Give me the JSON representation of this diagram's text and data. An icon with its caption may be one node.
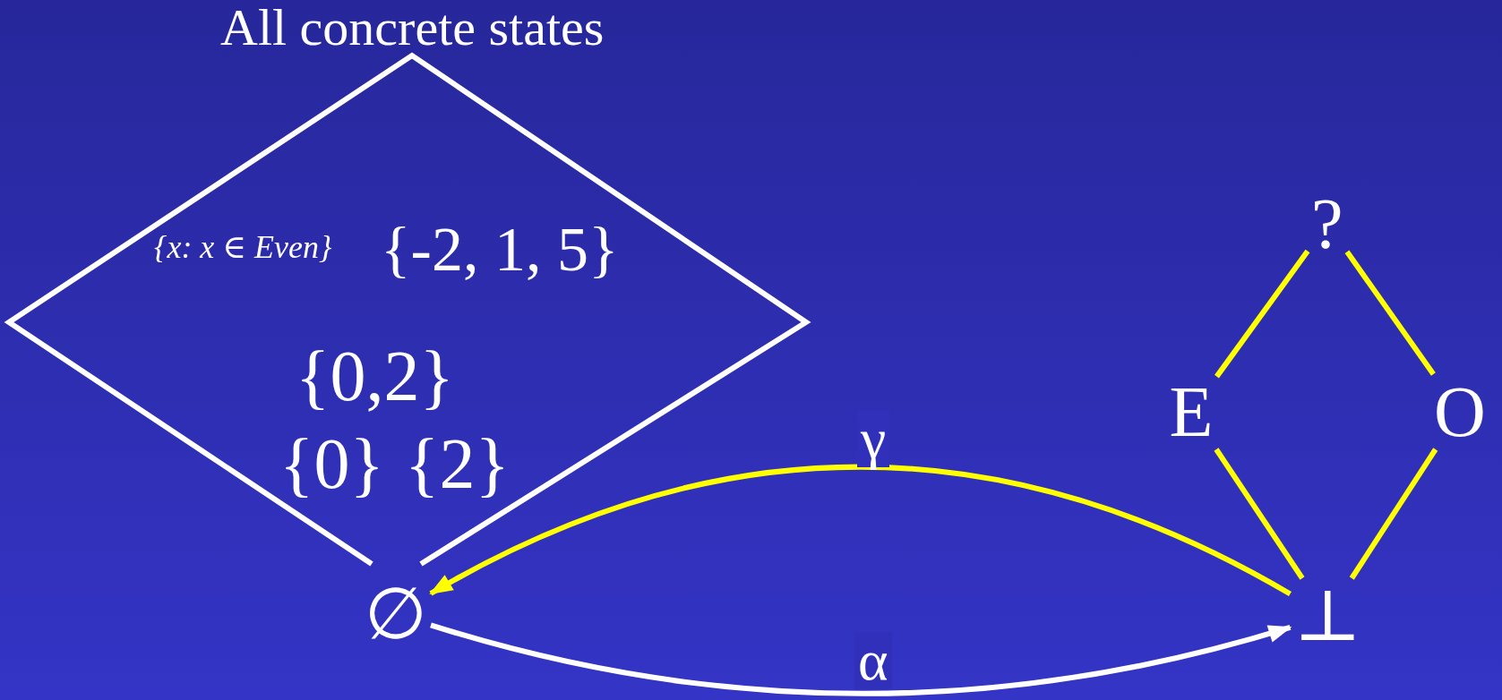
{
  "diagram": {
    "title": "All concrete states",
    "nodes": [
      {
        "text": [
          "?"
        ]
      },
      {
        "text": [
          "E"
        ]
      },
      {
        "text": [
          "O"
        ]
      },
      {
        "text": [
          "⊥"
        ]
      },
      {
        "text": [
          "∅"
        ]
      }
    ],
    "edges": [
      {
        "from": 0,
        "to": 1,
        "arrow": "none"
      },
      {
        "from": 0,
        "to": 2,
        "arrow": "none"
      },
      {
        "from": 1,
        "to": 3,
        "arrow": "none"
      },
      {
        "from": 2,
        "to": 3,
        "arrow": "none"
      },
      {
        "from": 3,
        "to": 4,
        "arrow": "to",
        "label": "γ"
      },
      {
        "from": 4,
        "to": 3,
        "arrow": "to",
        "label": "α",
        "color": "#ffffff"
      }
    ],
    "labels": [
      "{x: x ∈ Even}",
      "{-2, 1, 5}",
      "{0,2}",
      "{0}",
      "{2}"
    ]
  }
}
